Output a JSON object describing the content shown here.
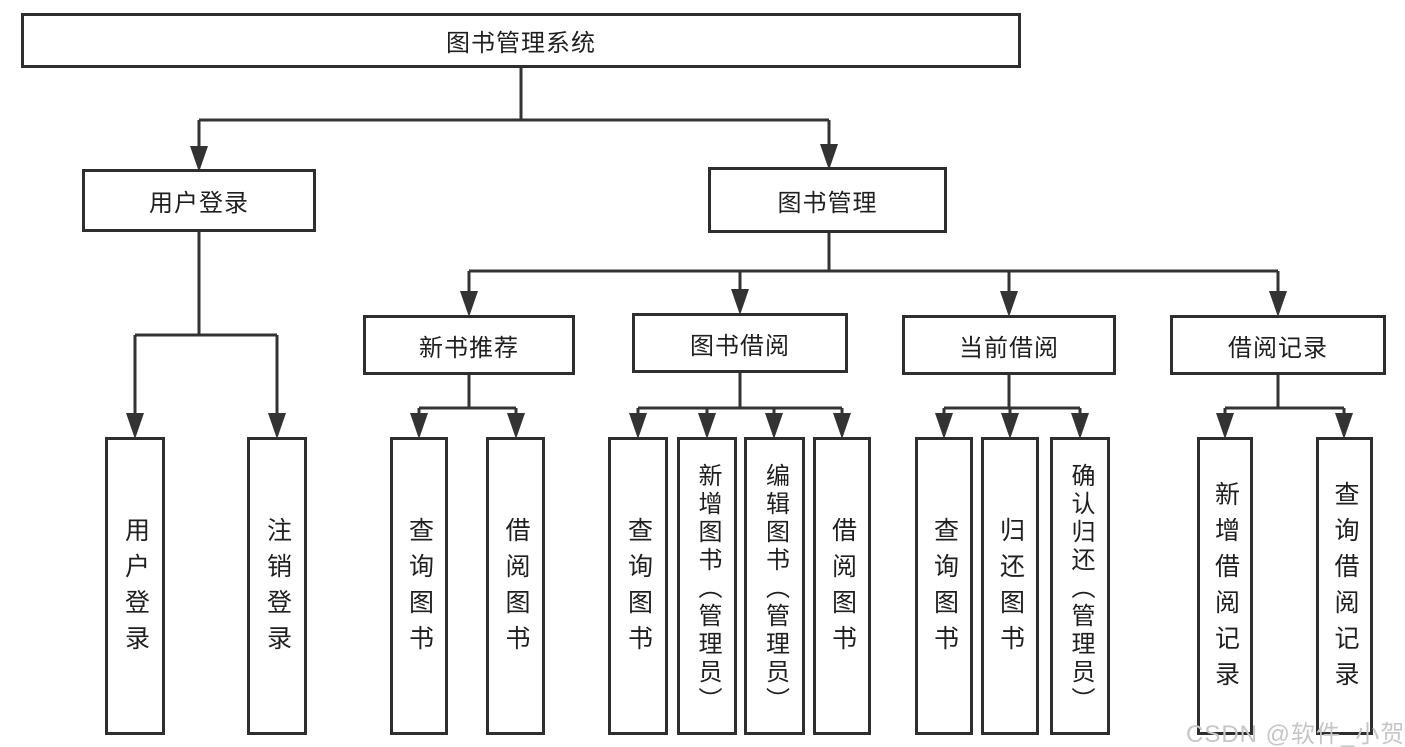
{
  "tree": {
    "root": {
      "label": "图书管理系统"
    },
    "children": [
      {
        "label": "用户登录",
        "children": [
          {
            "label": "用户登录"
          },
          {
            "label": "注销登录"
          }
        ]
      },
      {
        "label": "图书管理",
        "children": [
          {
            "label": "新书推荐",
            "children": [
              {
                "label": "查询图书"
              },
              {
                "label": "借阅图书"
              }
            ]
          },
          {
            "label": "图书借阅",
            "children": [
              {
                "label": "查询图书"
              },
              {
                "label": "新增图书（管理员）"
              },
              {
                "label": "编辑图书（管理员）"
              },
              {
                "label": "借阅图书"
              }
            ]
          },
          {
            "label": "当前借阅",
            "children": [
              {
                "label": "查询图书"
              },
              {
                "label": "归还图书"
              },
              {
                "label": "确认归还（管理员）"
              }
            ]
          },
          {
            "label": "借阅记录",
            "children": [
              {
                "label": "新增借阅记录"
              },
              {
                "label": "查询借阅记录"
              }
            ]
          }
        ]
      }
    ]
  },
  "watermark": "CSDN @软件_小贺同学",
  "colors": {
    "line": "#333333",
    "text": "#1f1f1f",
    "watermark": "#c6c6c6",
    "background": "#ffffff"
  }
}
